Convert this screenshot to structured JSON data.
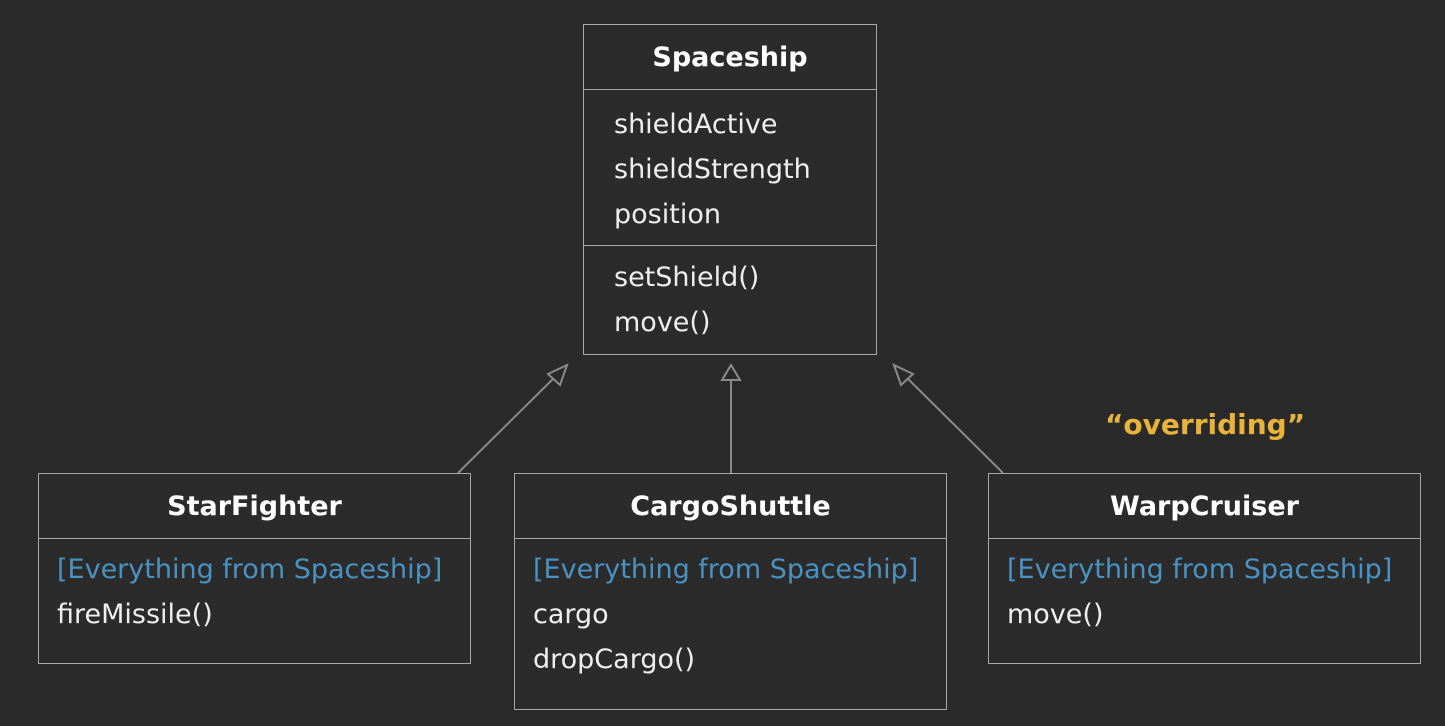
{
  "parent": {
    "name": "Spaceship",
    "attributes": [
      "shieldActive",
      "shieldStrength",
      "position"
    ],
    "methods": [
      "setShield()",
      "move()"
    ]
  },
  "children": [
    {
      "name": "StarFighter",
      "inherited": "[Everything from Spaceship]",
      "members": [
        "fireMissile()"
      ]
    },
    {
      "name": "CargoShuttle",
      "inherited": "[Everything from Spaceship]",
      "members": [
        "cargo",
        "dropCargo()"
      ]
    },
    {
      "name": "WarpCruiser",
      "inherited": "[Everything from Spaceship]",
      "members": [
        "move()"
      ]
    }
  ],
  "annotation": "“overriding”",
  "colors": {
    "background": "#2a2a2a",
    "border": "#a8a8a8",
    "text": "#f2f2f2",
    "inherited_text": "#4a92c2",
    "annotation": "#e9b33a"
  }
}
